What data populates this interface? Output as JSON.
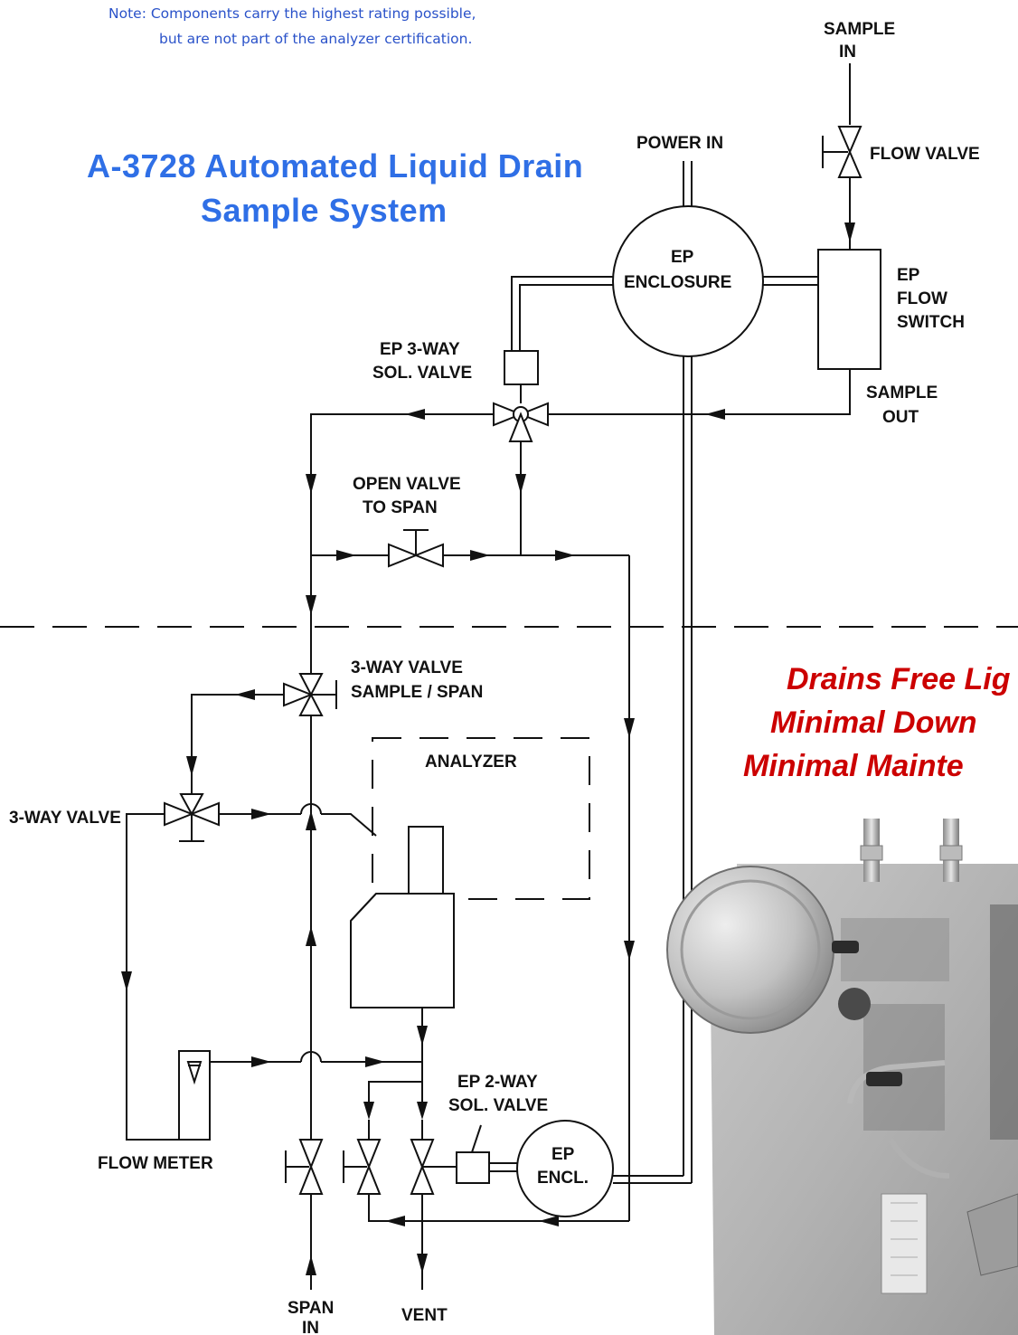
{
  "note": {
    "line1": "Note: Components carry the highest rating possible,",
    "line2": "but are not part of the analyzer certification."
  },
  "title": {
    "line1": "A-3728  Automated Liquid Drain",
    "line2": "Sample System"
  },
  "labels": {
    "sample_in_1": "SAMPLE",
    "sample_in_2": "IN",
    "power_in": "POWER IN",
    "flow_valve": "FLOW VALVE",
    "ep_enclosure_1": "EP",
    "ep_enclosure_2": "ENCLOSURE",
    "ep_flow_switch_1": "EP",
    "ep_flow_switch_2": "FLOW",
    "ep_flow_switch_3": "SWITCH",
    "ep_3way_1": "EP 3-WAY",
    "ep_3way_2": "SOL. VALVE",
    "sample_out_1": "SAMPLE",
    "sample_out_2": "OUT",
    "open_valve_1": "OPEN VALVE",
    "open_valve_2": "TO SPAN",
    "three_way_sample_span_1": "3-WAY VALVE",
    "three_way_sample_span_2": "SAMPLE / SPAN",
    "analyzer": "ANALYZER",
    "three_way_valve": "3-WAY VALVE",
    "flow_meter": "FLOW METER",
    "ep_2way_1": "EP 2-WAY",
    "ep_2way_2": "SOL. VALVE",
    "ep_encl_1": "EP",
    "ep_encl_2": "ENCL.",
    "span_in_1": "SPAN",
    "span_in_2": "IN",
    "vent": "VENT"
  },
  "tagline": {
    "line1": "Drains Free Lig",
    "line2": "Minimal Down",
    "line3": "Minimal Mainte"
  },
  "colors": {
    "note": "#2a52c9",
    "title": "#2f6fe6",
    "tagline": "#cc0000",
    "lines": "#111111"
  }
}
